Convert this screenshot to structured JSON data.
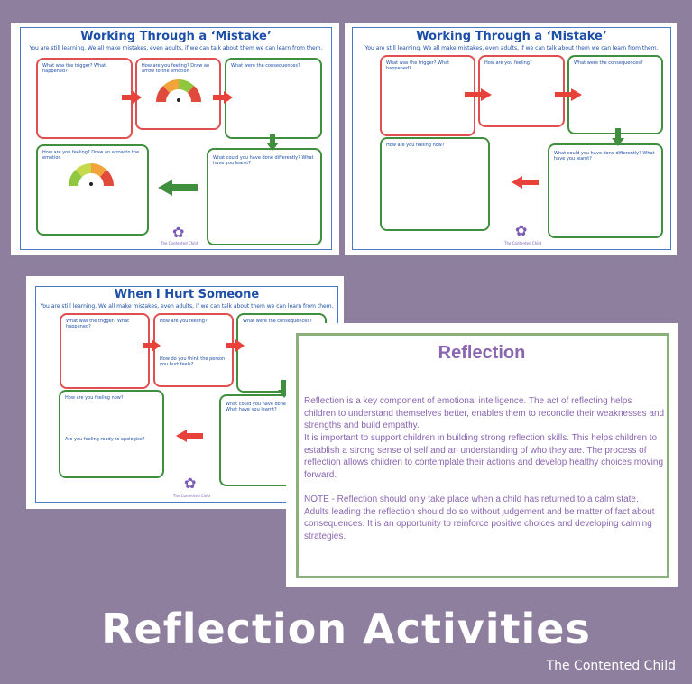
{
  "sheet1": {
    "title": "Working Through a ‘Mistake’",
    "subtitle": "You are still learning. We all make mistakes, even adults, if we can talk about them we can learn from them.",
    "q_trigger": "What was the trigger? What happened?",
    "q_feeling": "How are you feeling? Draw an arrow to the emotion",
    "q_consequences": "What were the consequences?",
    "q_feeling_now": "How are you feeling? Draw an arrow to the emotion",
    "q_differently": "What could you have done differently? What have you learnt?",
    "footer": "The Contented Child"
  },
  "sheet2": {
    "title": "Working Through a ‘Mistake’",
    "subtitle": "You are still learning. We all make mistakes, even adults, if we can talk about them we can learn from them.",
    "q_trigger": "What was the trigger? What happened?",
    "q_feeling": "How are you feeling?",
    "q_consequences": "What were the consequences?",
    "q_feeling_now": "How are you feeling now?",
    "q_differently": "What could you have done differently? What have you learnt?",
    "footer": "The Contented Child"
  },
  "sheet3": {
    "title": "When I Hurt Someone",
    "subtitle": "You are still learning. We all make mistakes, even adults, if we can talk about them we can learn from them.",
    "q_trigger": "What was the trigger? What happened?",
    "q_feeling": "How are you feeling?",
    "q_other_person": "How do you think the person you hurt feels?",
    "q_consequences": "What were the consequences?",
    "q_feeling_now": "How are you feeling now?",
    "q_apologise": "Are you feeling ready to apologise?",
    "q_differently": "What could you have done differently? What have you learnt?",
    "footer": "The Contented Child"
  },
  "reflection": {
    "title": "Reflection",
    "para1": "Reflection is a key component of emotional intelligence. The act of reflecting helps children to understand themselves better, enables them to reconcile their weaknesses and strengths and build empathy.",
    "para2": "It is important to support children in building strong reflection skills. This helps children to establish a strong sense of self and an understanding of who they are. The process of reflection allows children to contemplate their actions and develop healthy choices moving forward.",
    "para3": "NOTE - Reflection should only take place when a child has returned to a calm state. Adults leading the reflection should do so without judgement and be matter of fact about consequences. It is an opportunity to reinforce positive choices and developing calming strategies."
  },
  "headline": "Reflection Activities",
  "brand": "The Contented Child",
  "colors": {
    "background": "#8f7f9e",
    "title_blue": "#1d4fa8",
    "box_red": "#e05050",
    "box_green": "#3f8f3f",
    "reflection_purple": "#8a66b0",
    "reflection_frame": "#8bb07c"
  },
  "icons": [
    "flower-logo-icon",
    "emotion-gauge-icon",
    "arrow-right-icon",
    "arrow-left-icon",
    "arrow-down-icon"
  ]
}
